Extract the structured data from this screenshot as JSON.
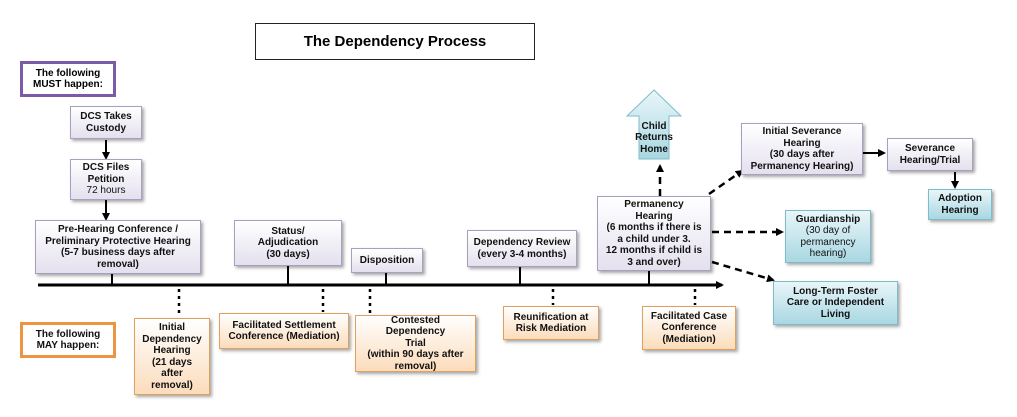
{
  "title": "The Dependency Process",
  "legend": {
    "must": [
      "The following",
      "MUST happen:"
    ],
    "may": [
      "The following",
      "MAY happen:"
    ]
  },
  "colors": {
    "must_border": "#7b5aa6",
    "may_border": "#ec9440",
    "purple_box": "#e4e0ee",
    "orange_box": "#fbdcbb",
    "teal_box": "#a9d7e2"
  },
  "nodes": {
    "dcs_custody": [
      "DCS Takes",
      "Custody"
    ],
    "dcs_petition": [
      "DCS Files",
      "Petition"
    ],
    "dcs_petition_sub": "72 hours",
    "pre_hearing": [
      "Pre-Hearing Conference /",
      "Preliminary Protective Hearing",
      "(5-7 business days after",
      "removal)"
    ],
    "status": [
      "Status/",
      "Adjudication",
      "(30 days)"
    ],
    "disposition": "Disposition",
    "dependency_review": [
      "Dependency Review",
      "(every 3-4 months)"
    ],
    "permanency": [
      "Permanency",
      "Hearing",
      "(6 months if there is",
      "a child under 3.",
      "12 months if child is",
      "3 and over)"
    ],
    "child_returns": [
      "Child",
      "Returns",
      "Home"
    ],
    "initial_severance": [
      "Initial Severance",
      "Hearing"
    ],
    "initial_severance_sub": [
      "(30 days after",
      "Permanency Hearing)"
    ],
    "severance_trial": [
      "Severance",
      "Hearing/Trial"
    ],
    "adoption": [
      "Adoption",
      "Hearing"
    ],
    "guardianship": "Guardianship",
    "guardianship_sub": [
      "(30 day of",
      "permanency",
      "hearing)"
    ],
    "long_term": [
      "Long-Term Foster",
      "Care or Independent",
      "Living"
    ],
    "initial_dependency": [
      "Initial",
      "Dependency",
      "Hearing",
      "(21 days",
      "after",
      "removal)"
    ],
    "facilitated_settlement": [
      "Facilitated Settlement",
      "Conference (Mediation)"
    ],
    "contested_trial": [
      "Contested Dependency",
      "Trial"
    ],
    "contested_trial_sub": [
      "(within 90 days after",
      "removal)"
    ],
    "reunification": [
      "Reunification at",
      "Risk Mediation"
    ],
    "facilitated_case": [
      "Facilitated Case",
      "Conference",
      "(Mediation)"
    ]
  }
}
